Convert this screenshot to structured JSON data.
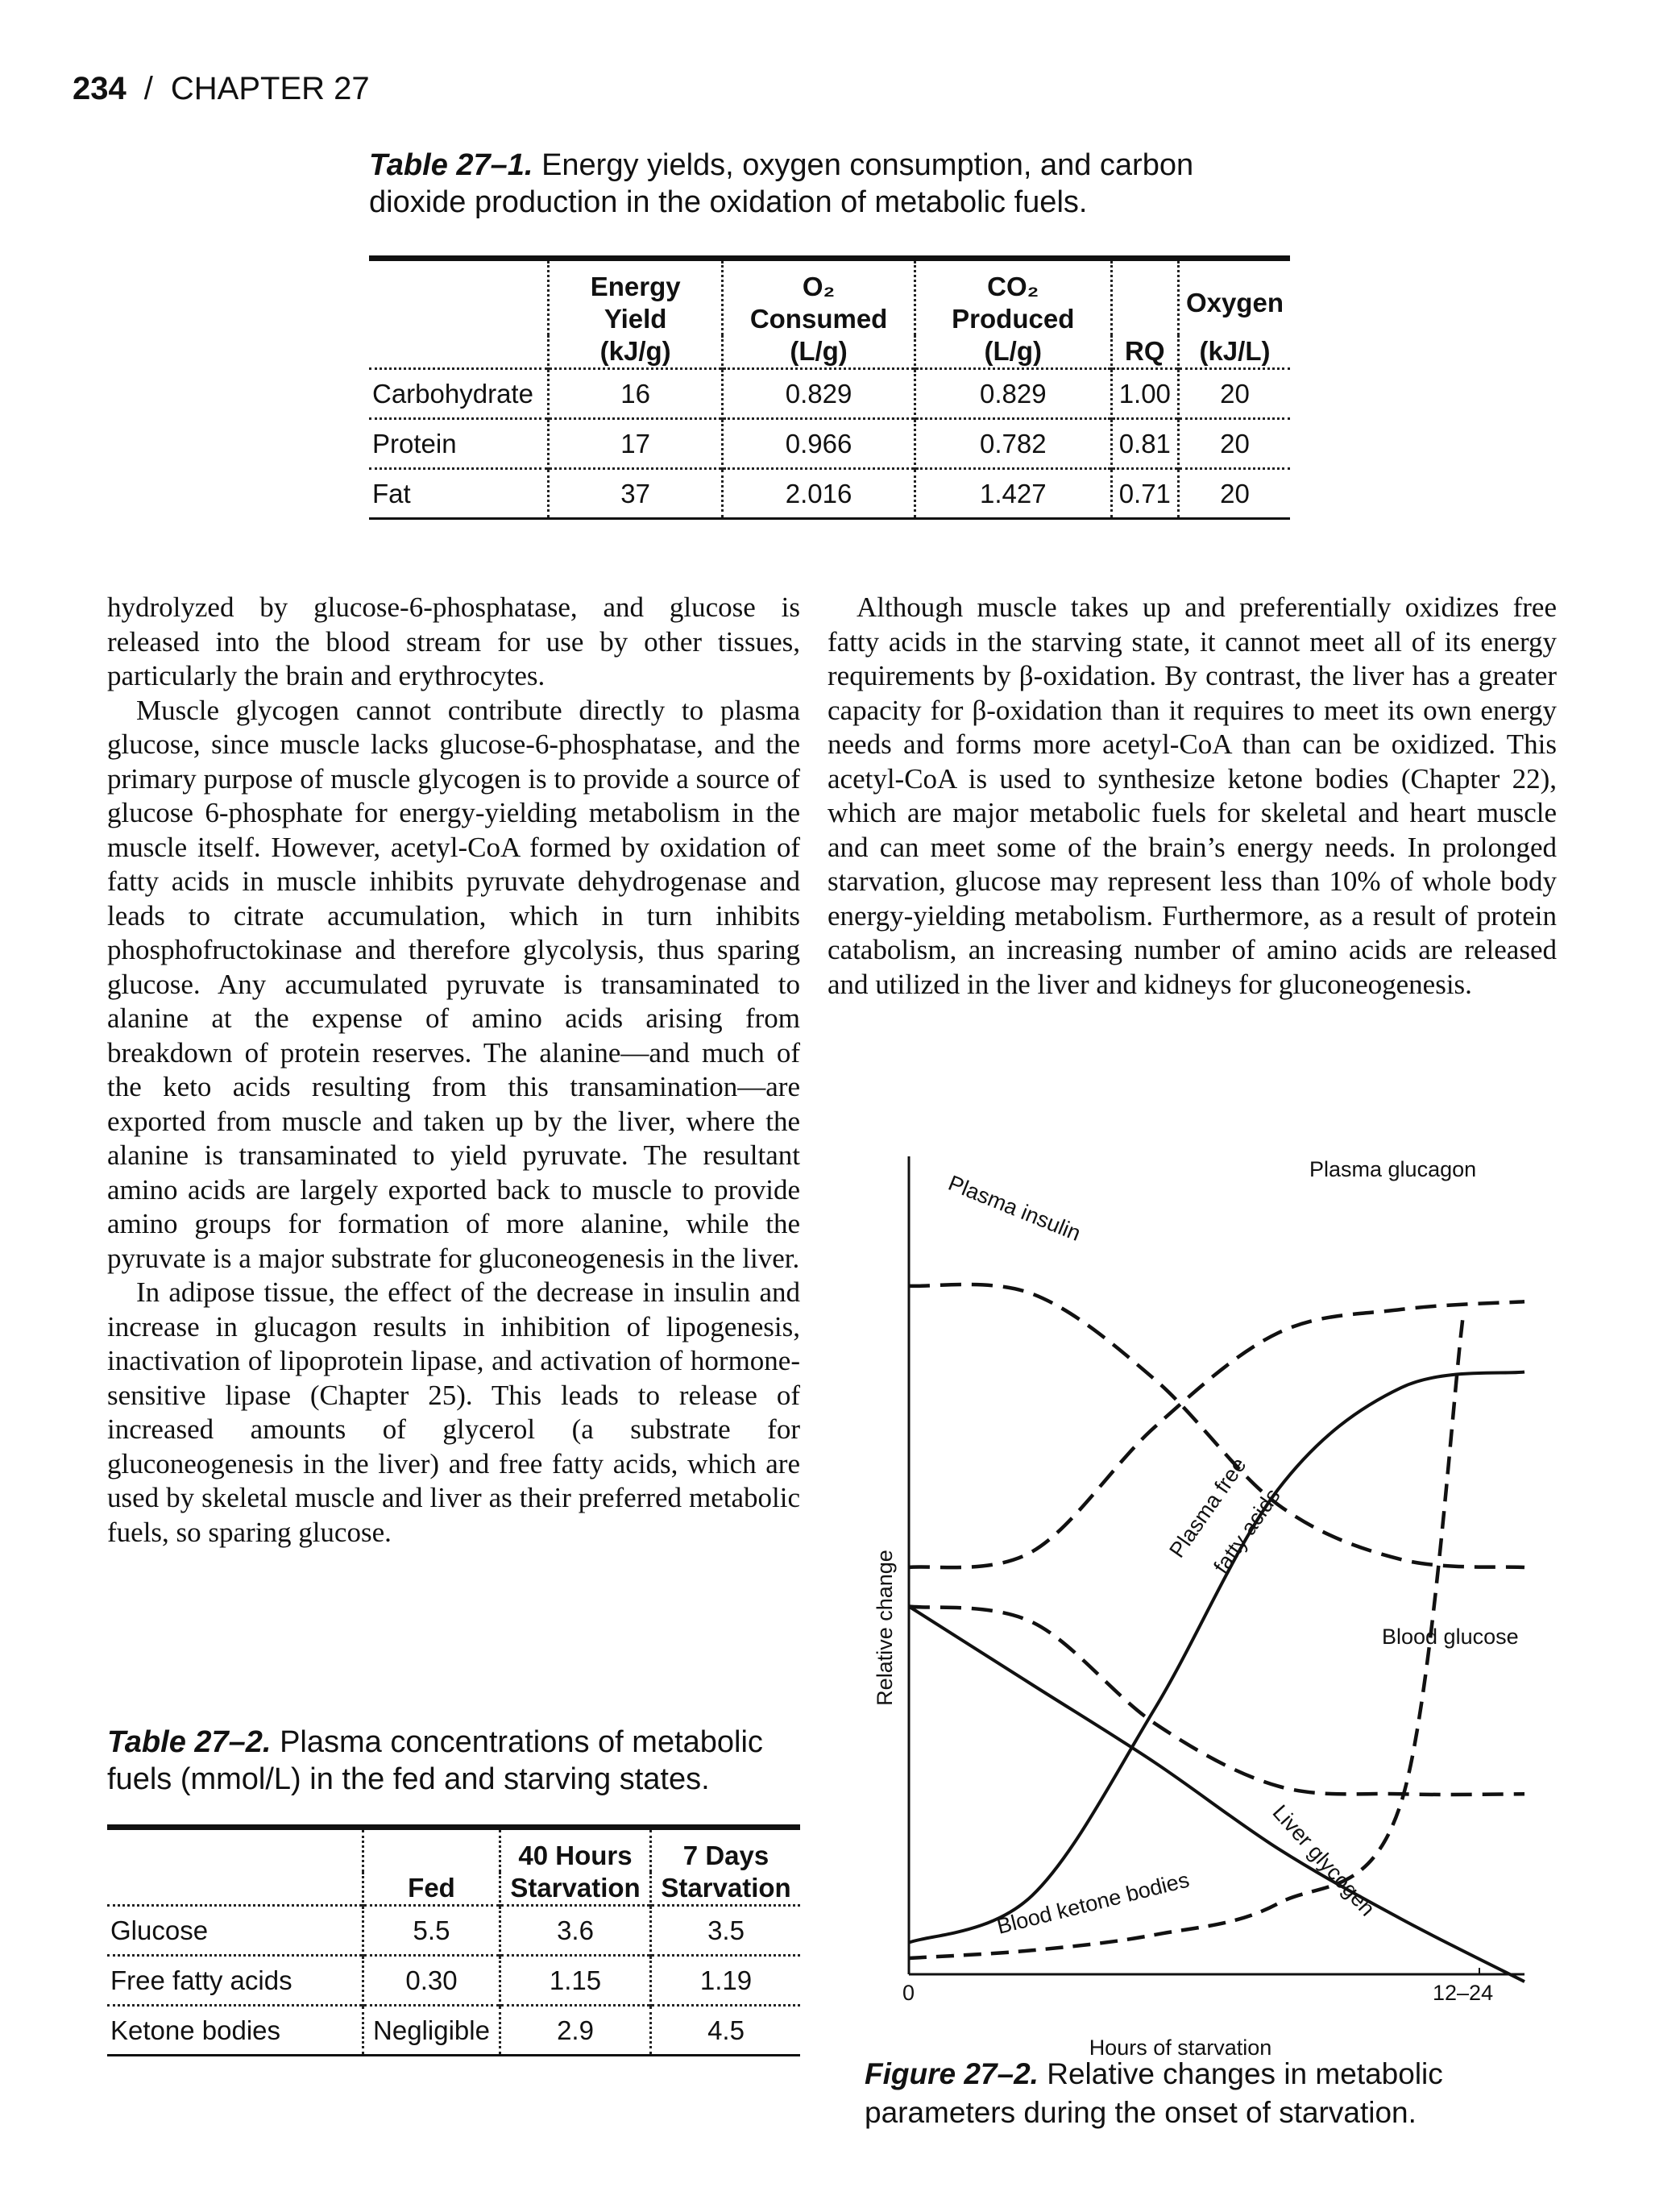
{
  "header": {
    "page_number": "234",
    "separator": "/",
    "chapter": "CHAPTER 27"
  },
  "table1": {
    "caption_label": "Table 27–1.",
    "caption_text": "Energy yields, oxygen consumption, and carbon dioxide production in the oxidation of metabolic fuels.",
    "columns": [
      {
        "l1": "Energy Yield",
        "l2": "(kJ/g)"
      },
      {
        "l1": "O₂ Consumed",
        "l2": "(L/g)"
      },
      {
        "l1": "CO₂ Produced",
        "l2": "(L/g)"
      },
      {
        "l1": "",
        "l2": "RQ"
      },
      {
        "l1": "Oxygen",
        "l2": "(kJ/L)"
      }
    ],
    "rows": [
      {
        "label": "Carbohydrate",
        "cells": [
          "16",
          "0.829",
          "0.829",
          "1.00",
          "20"
        ]
      },
      {
        "label": "Protein",
        "cells": [
          "17",
          "0.966",
          "0.782",
          "0.81",
          "20"
        ]
      },
      {
        "label": "Fat",
        "cells": [
          "37",
          "2.016",
          "1.427",
          "0.71",
          "20"
        ]
      }
    ]
  },
  "body_left": [
    "hydrolyzed by glucose-6-phosphatase, and glucose is released into the blood stream for use by other tissues, particularly the brain and erythrocytes.",
    "Muscle glycogen cannot contribute directly to plasma glucose, since muscle lacks glucose-6-phosphatase, and the primary purpose of muscle glycogen is to provide a source of glucose 6-phosphate for energy-yielding metabolism in the muscle itself. However, acetyl-CoA formed by oxidation of fatty acids in muscle inhibits pyruvate dehydrogenase and leads to citrate accumulation, which in turn inhibits phosphofructokinase and therefore glycolysis, thus sparing glucose. Any accumulated pyruvate is transaminated to alanine at the expense of amino acids arising from breakdown of protein reserves. The alanine—and much of the keto acids resulting from this transamination—are exported from muscle and taken up by the liver, where the alanine is transaminated to yield pyruvate. The resultant amino acids are largely exported back to muscle to provide amino groups for formation of more alanine, while the pyruvate is a major substrate for gluconeogenesis in the liver.",
    "In adipose tissue, the effect of the decrease in insulin and increase in glucagon results in inhibition of lipogenesis, inactivation of lipoprotein lipase, and activation of hormone-sensitive lipase (Chapter 25). This leads to release of increased amounts of glycerol (a substrate for gluconeogenesis in the liver) and free fatty acids, which are used by skeletal muscle and liver as their preferred metabolic fuels, so sparing glucose."
  ],
  "body_right": [
    "Although muscle takes up and preferentially oxidizes free fatty acids in the starving state, it cannot meet all of its energy requirements by β-oxidation. By contrast, the liver has a greater capacity for β-oxidation than it requires to meet its own energy needs and forms more acetyl-CoA than can be oxidized. This acetyl-CoA is used to synthesize ketone bodies (Chapter 22), which are major metabolic fuels for skeletal and heart muscle and can meet some of the brain’s energy needs. In prolonged starvation, glucose may represent less than 10% of whole body energy-yielding metabolism. Furthermore, as a result of protein catabolism, an increasing number of amino acids are released and utilized in the liver and kidneys for gluconeogenesis."
  ],
  "table2": {
    "caption_label": "Table 27–2.",
    "caption_text": "Plasma concentrations of metabolic fuels (mmol/L) in the fed and starving states.",
    "columns": [
      {
        "l1": "",
        "l2": "Fed"
      },
      {
        "l1": "40 Hours",
        "l2": "Starvation"
      },
      {
        "l1": "7 Days",
        "l2": "Starvation"
      }
    ],
    "rows": [
      {
        "label": "Glucose",
        "cells": [
          "5.5",
          "3.6",
          "3.5"
        ]
      },
      {
        "label": "Free fatty acids",
        "cells": [
          "0.30",
          "1.15",
          "1.19"
        ]
      },
      {
        "label": "Ketone bodies",
        "cells": [
          "Negligible",
          "2.9",
          "4.5"
        ]
      }
    ]
  },
  "figure": {
    "caption_label": "Figure 27–2.",
    "caption_text": "Relative changes in metabolic parameters during the onset of starvation.",
    "labels": {
      "plasma_insulin": "Plasma insulin",
      "plasma_glucagon": "Plasma glucagon",
      "free_fatty_acids_1": "Plasma free",
      "free_fatty_acids_2": "fatty acids",
      "blood_glucose": "Blood glucose",
      "ketone_bodies": "Blood ketone bodies",
      "liver_glycogen": "Liver glycogen",
      "y_axis": "Relative change",
      "x_axis": "Hours of starvation",
      "x_start": "0",
      "x_end": "12–24"
    }
  },
  "chart_data": {
    "type": "line",
    "title": "",
    "xlabel": "Hours of starvation",
    "ylabel": "Relative change",
    "x_ticks": [
      "0",
      "12–24"
    ],
    "series": [
      {
        "name": "Plasma insulin",
        "x": [
          0,
          0.2,
          0.4,
          0.6,
          0.8,
          1.0
        ],
        "values": [
          0.86,
          0.85,
          0.74,
          0.58,
          0.51,
          0.5
        ]
      },
      {
        "name": "Plasma glucagon",
        "x": [
          0,
          0.2,
          0.4,
          0.6,
          0.8,
          1.0
        ],
        "values": [
          0.5,
          0.52,
          0.68,
          0.8,
          0.83,
          0.84
        ]
      },
      {
        "name": "Plasma free fatty acids",
        "x": [
          0,
          0.2,
          0.4,
          0.6,
          0.8,
          1.0
        ],
        "values": [
          0.02,
          0.08,
          0.32,
          0.6,
          0.73,
          0.75
        ]
      },
      {
        "name": "Blood glucose",
        "x": [
          0,
          0.2,
          0.4,
          0.6,
          0.8,
          1.0
        ],
        "values": [
          0.45,
          0.43,
          0.3,
          0.22,
          0.21,
          0.21
        ]
      },
      {
        "name": "Blood ketone bodies",
        "x": [
          0,
          0.2,
          0.4,
          0.6,
          0.8,
          0.9
        ],
        "values": [
          0.0,
          0.01,
          0.03,
          0.07,
          0.2,
          0.82
        ]
      },
      {
        "name": "Liver glycogen",
        "x": [
          0,
          0.2,
          0.4,
          0.6,
          0.8,
          1.0
        ],
        "values": [
          0.45,
          0.35,
          0.25,
          0.14,
          0.05,
          -0.03
        ]
      }
    ]
  }
}
